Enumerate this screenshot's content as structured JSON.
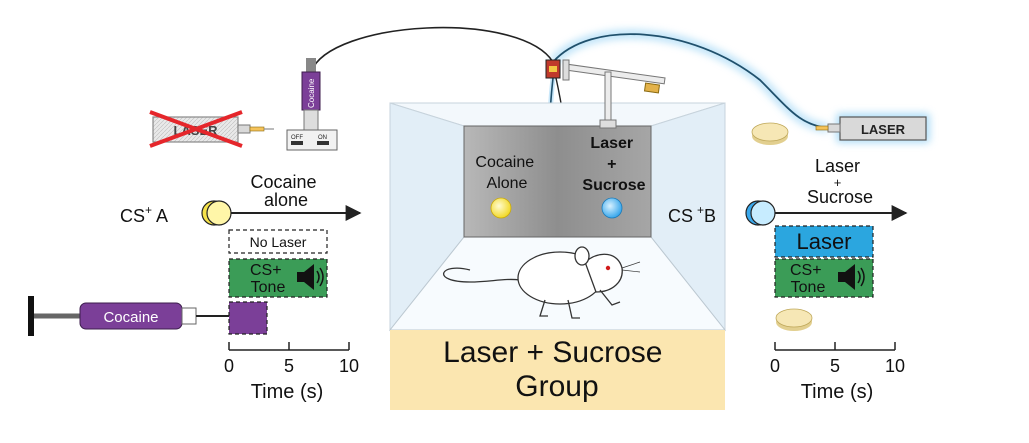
{
  "left_setup": {
    "crossed_laser_label": "LASER",
    "syringe_pump_label": "Cocaine",
    "switch_off_label": "OFF",
    "switch_on_label": "ON"
  },
  "chamber": {
    "left_cue_label": [
      "Cocaine",
      "Alone"
    ],
    "right_cue_label": [
      "Laser",
      "+",
      "Sucrose"
    ],
    "group_label": [
      "Laser + Sucrose",
      "Group"
    ],
    "colors": {
      "group_banner": "#fbe6b0",
      "back_wall": "#9a9a9a",
      "left_cue": "#f2e04a",
      "right_cue": "#4fb3ef"
    }
  },
  "left_protocol": {
    "cs_label": "CS",
    "cs_superscript": "+",
    "cs_suffix": " A",
    "arrow_label": [
      "Cocaine",
      "alone"
    ],
    "no_laser_label": "No Laser",
    "tone_label": [
      "CS+",
      "Tone"
    ],
    "cocaine_syringe_label": "Cocaine",
    "axis": {
      "ticks": [
        "0",
        "5",
        "10"
      ],
      "label": "Time (s)"
    },
    "colors": {
      "tone_box": "#3b9c57",
      "cocaine_box": "#7b3f98",
      "cocaine_syringe": "#7b3f98"
    }
  },
  "right_setup": {
    "laser_label": "LASER",
    "laser_glow_color": "#9fd6f5"
  },
  "right_protocol": {
    "cs_label": "CS",
    "cs_superscript": "+",
    "cs_suffix": "B",
    "arrow_label": [
      "Laser",
      "+",
      "Sucrose"
    ],
    "laser_box_label": "Laser",
    "tone_label": [
      "CS+",
      "Tone"
    ],
    "axis": {
      "ticks": [
        "0",
        "5",
        "10"
      ],
      "label": "Time (s)"
    },
    "colors": {
      "laser_box": "#2ba6df",
      "tone_box": "#3b9c57",
      "pellet": "#f6e7b5"
    }
  }
}
